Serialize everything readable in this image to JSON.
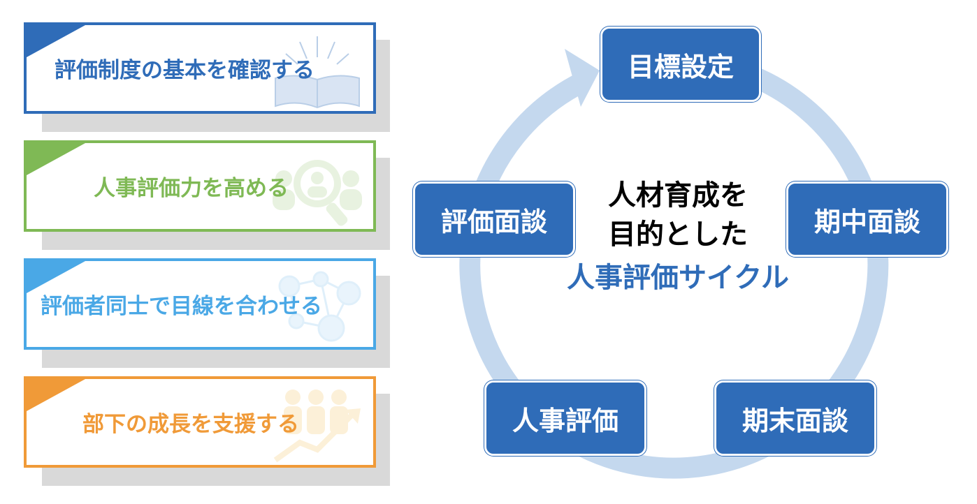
{
  "cards": [
    {
      "label": "評価制度の基本を確認する",
      "color": "#2f6cb8",
      "icon": "open-book-icon"
    },
    {
      "label": "人事評価力を高める",
      "color": "#7fb955",
      "icon": "magnifier-people-icon"
    },
    {
      "label": "評価者同士で目線を合わせる",
      "color": "#4aa8e6",
      "icon": "network-people-icon"
    },
    {
      "label": "部下の成長を支援する",
      "color": "#f09a38",
      "icon": "growth-people-icon"
    }
  ],
  "cycle": {
    "center_line1": "人材育成を",
    "center_line2": "目的とした",
    "center_line3": "人事評価サイクル",
    "nodes": [
      "目標設定",
      "期中面談",
      "期末面談",
      "人事評価",
      "評価面談"
    ],
    "node_color": "#2f6cb8",
    "ring_color": "#c4d8ee",
    "accent_text_color": "#2f6cb8"
  }
}
